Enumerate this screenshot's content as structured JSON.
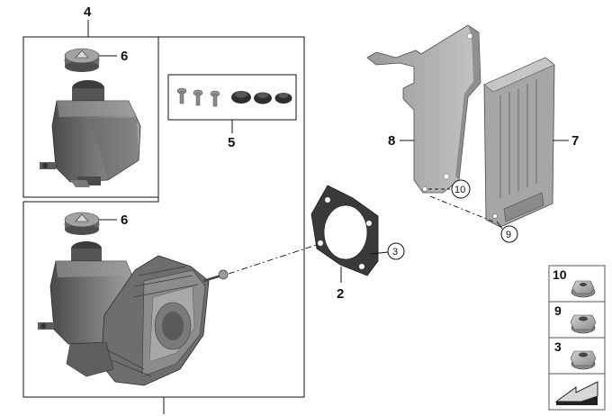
{
  "callouts": {
    "c4": "4",
    "c6a": "6",
    "c6b": "6",
    "c5": "5",
    "c8": "8",
    "c7": "7",
    "c10": "10",
    "c9": "9",
    "c3": "3",
    "c2": "2"
  },
  "key_panel": {
    "k10": "10",
    "k9": "9",
    "k3": "3"
  },
  "watermark": "",
  "colors": {
    "line": "#111111",
    "part_dark": "#5e5e5e",
    "part_mid": "#8a8a8a",
    "part_light": "#b4b4b4",
    "key_bg": "#d7d7d7"
  }
}
